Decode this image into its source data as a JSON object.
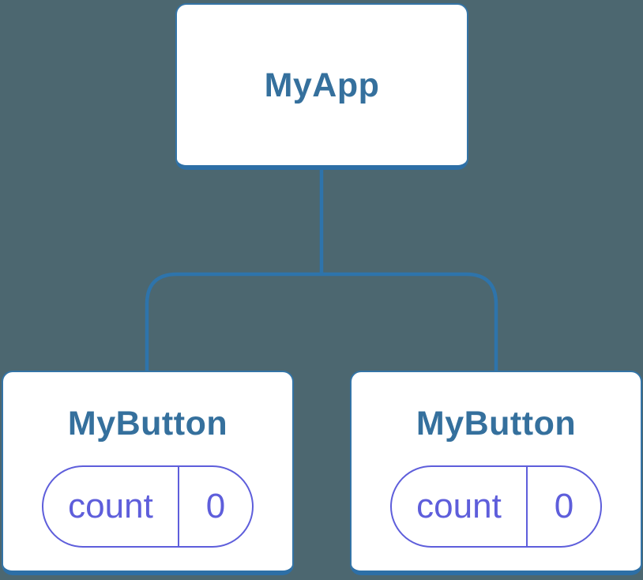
{
  "colors": {
    "background": "#4C6770",
    "connector": "#2E74AB",
    "node_border": "#3474A6",
    "node_shadow": "#2D6FA6",
    "node_fill": "#FFFFFF",
    "label_text": "#35709D",
    "state_accent": "#5E5EDB"
  },
  "tree": {
    "root": {
      "label": "MyApp"
    },
    "children": [
      {
        "label": "MyButton",
        "state": {
          "name": "count",
          "value": "0"
        }
      },
      {
        "label": "MyButton",
        "state": {
          "name": "count",
          "value": "0"
        }
      }
    ]
  }
}
